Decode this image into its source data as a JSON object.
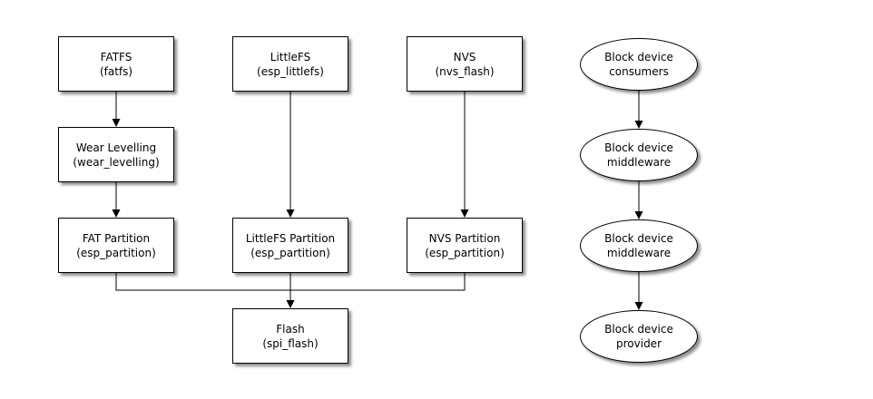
{
  "diagram": {
    "background_color": "#ffffff",
    "node_fill_color": "#ffffff",
    "node_border_color": "#000000",
    "text_color": "#000000",
    "nodes": {
      "fatfs": {
        "shape": "box",
        "label": "FATFS",
        "sublabel": "(fatfs)"
      },
      "littlefs": {
        "shape": "box",
        "label": "LittleFS",
        "sublabel": "(esp_littlefs)"
      },
      "nvs": {
        "shape": "box",
        "label": "NVS",
        "sublabel": "(nvs_flash)"
      },
      "block_consumers": {
        "shape": "ellipse",
        "label": "Block device",
        "sublabel": "consumers"
      },
      "wear_levelling": {
        "shape": "box",
        "label": "Wear Levelling",
        "sublabel": "(wear_levelling)"
      },
      "block_middleware_1": {
        "shape": "ellipse",
        "label": "Block device",
        "sublabel": "middleware"
      },
      "fat_partition": {
        "shape": "box",
        "label": "FAT Partition",
        "sublabel": "(esp_partition)"
      },
      "littlefs_partition": {
        "shape": "box",
        "label": "LittleFS Partition",
        "sublabel": "(esp_partition)"
      },
      "nvs_partition": {
        "shape": "box",
        "label": "NVS Partition",
        "sublabel": "(esp_partition)"
      },
      "block_middleware_2": {
        "shape": "ellipse",
        "label": "Block device",
        "sublabel": "middleware"
      },
      "flash": {
        "shape": "box",
        "label": "Flash",
        "sublabel": "(spi_flash)"
      },
      "block_provider": {
        "shape": "ellipse",
        "label": "Block device",
        "sublabel": "provider"
      }
    },
    "edges": [
      {
        "from": "fatfs",
        "to": "wear_levelling"
      },
      {
        "from": "wear_levelling",
        "to": "fat_partition"
      },
      {
        "from": "littlefs",
        "to": "littlefs_partition"
      },
      {
        "from": "nvs",
        "to": "nvs_partition"
      },
      {
        "from": "fat_partition",
        "to": "flash"
      },
      {
        "from": "littlefs_partition",
        "to": "flash"
      },
      {
        "from": "nvs_partition",
        "to": "flash"
      },
      {
        "from": "block_consumers",
        "to": "block_middleware_1"
      },
      {
        "from": "block_middleware_1",
        "to": "block_middleware_2"
      },
      {
        "from": "block_middleware_2",
        "to": "block_provider"
      }
    ]
  }
}
